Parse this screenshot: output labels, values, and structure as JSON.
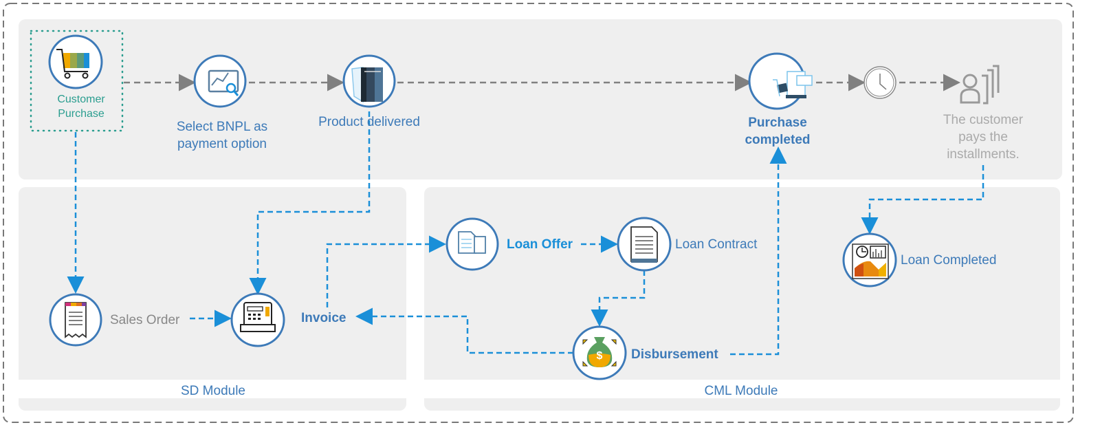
{
  "top_flow": {
    "customer_purchase": [
      "Customer",
      "Purchase"
    ],
    "select_bnpl": [
      "Select BNPL as",
      "payment option"
    ],
    "product_delivered": "Product delivered",
    "purchase_completed": [
      "Purchase",
      "completed"
    ],
    "customer_pays": [
      "The customer",
      "pays the",
      "installments."
    ]
  },
  "sd_module": {
    "title": "SD Module",
    "sales_order": "Sales Order",
    "invoice": "Invoice"
  },
  "cml_module": {
    "title": "CML Module",
    "loan_offer": "Loan Offer",
    "loan_contract": "Loan Contract",
    "disbursement": "Disbursement",
    "loan_completed": "Loan Completed"
  },
  "colors": {
    "panel": "#efefef",
    "circle_stroke": "#3d7ab8",
    "flow_blue": "#1a8fd8",
    "flow_gray": "#808080",
    "teal": "#2a9d8f"
  },
  "icons": [
    "shopping-cart-icon",
    "analytics-search-icon",
    "product-box-icon",
    "purchase-receipt-icon",
    "clock-icon",
    "customer-installments-icon",
    "sales-order-receipt-icon",
    "cash-register-icon",
    "loan-offer-document-icon",
    "loan-contract-document-icon",
    "money-bag-icon",
    "loan-report-icon"
  ]
}
